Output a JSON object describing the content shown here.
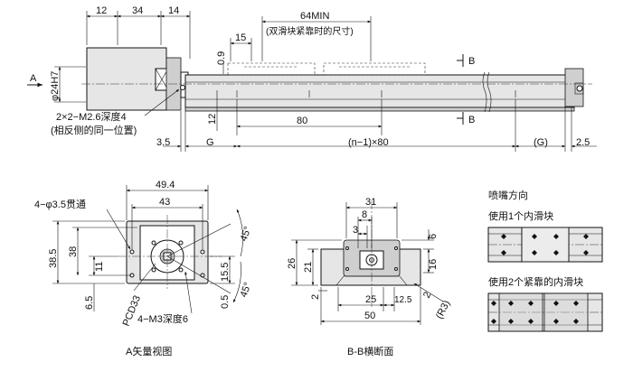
{
  "top_view": {
    "dim_12": "12",
    "dim_34": "34",
    "dim_14": "14",
    "dim_64min": "64MIN",
    "note_64min": "(双滑块紧靠时的尺寸)",
    "dim_15": "15",
    "dim_0_9": "0.9",
    "section_b1": "B",
    "section_b2": "B",
    "arrow_a": "A",
    "dia_24h7": "φ24H7",
    "tap_note": "2×2−M2.6深度4",
    "tap_note2": "(相反侧的同一位置)",
    "dim_12v": "12",
    "dim_80": "80",
    "dim_3_5": "3.5",
    "dim_g": "G",
    "dim_pitch": "(n−1)×80",
    "dim_g_paren": "(G)",
    "dim_2_5": "2.5"
  },
  "a_view": {
    "dim_49_4": "49.4",
    "dim_43": "43",
    "hole_note": "4−φ3.5贯通",
    "dim_38_5": "38.5",
    "dim_38": "38",
    "dim_11": "11",
    "dim_6_5": "6.5",
    "dim_15_5": "15.5",
    "dim_0_5": "0.5",
    "angle_45a": "45°",
    "angle_45b": "45°",
    "pcd": "PCD33",
    "tap_note": "4−M3深度6",
    "caption": "A矢量视图"
  },
  "b_section": {
    "dim_31": "31",
    "dim_8": "8",
    "dim_3": "3",
    "dim_26": "26",
    "dim_21": "21",
    "dim_2": "2",
    "dim_6": "6",
    "dim_16": "16",
    "dim_25": "25",
    "dim_12_5": "12.5",
    "dim_50": "50",
    "dim_2r": "2",
    "dim_r3": "(R3)",
    "caption": "B-B横断面"
  },
  "nozzle": {
    "title": "喷嘴方向",
    "case1": "使用1个内滑块",
    "case2": "使用2个紧靠的内滑块"
  }
}
